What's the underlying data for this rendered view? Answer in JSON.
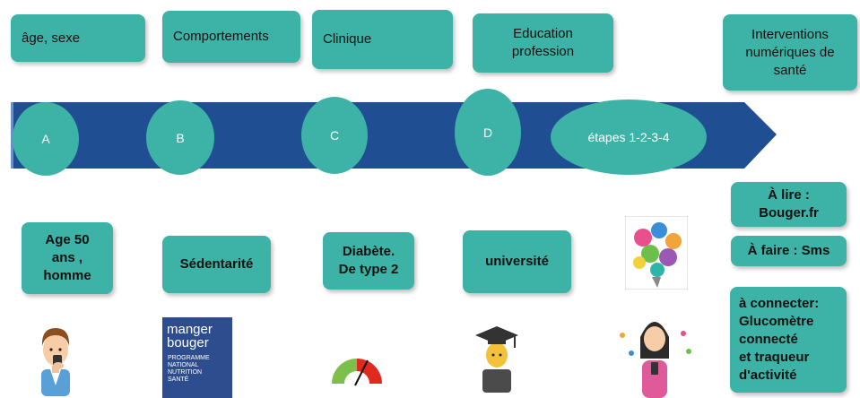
{
  "top_boxes": {
    "age_sexe": "âge, sexe",
    "comportements": "Comportements",
    "clinique": "Clinique",
    "education": "Education\nprofession",
    "interventions": "Interventions\nnumériques de\nsanté"
  },
  "timeline": {
    "a": "A",
    "b": "B",
    "c": "C",
    "d": "D",
    "etapes": "étapes  1-2-3-4"
  },
  "bottom_boxes": {
    "age": "Age 50\nans ,\nhomme",
    "sedentarite": "Sédentarité",
    "diabete": "Diabète.\nDe type 2",
    "universite": "université"
  },
  "right_boxes": {
    "a_lire": "À lire :\nBouger.fr",
    "a_faire": "À faire  : Sms",
    "a_connecter": "à connecter:\nGlucomètre\nconnecté\net traqueur\nd'activité"
  },
  "logo": {
    "title_line1": "manger",
    "title_line2": "bouger",
    "sub": "Programme\nNational\nNutrition\nSanté"
  },
  "colors": {
    "teal": "#3cb3a6",
    "arrow": "#1f4e93"
  }
}
